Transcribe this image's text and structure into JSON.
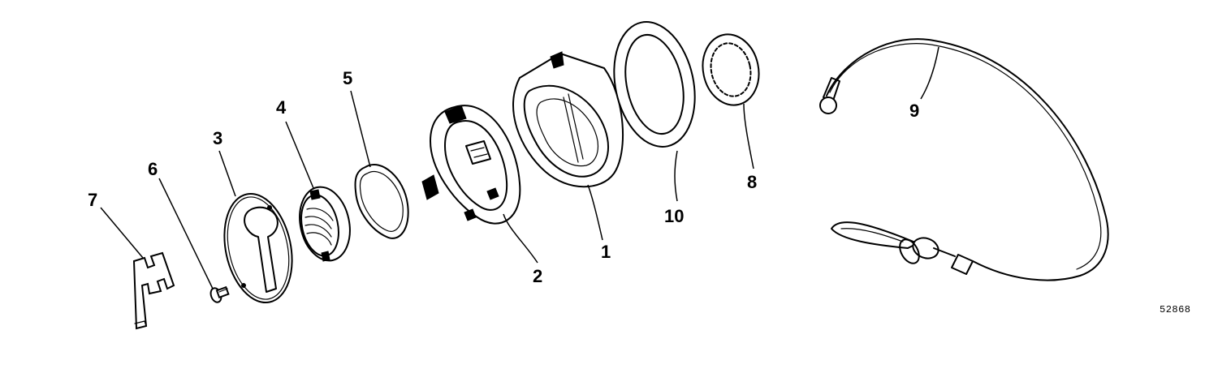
{
  "diagram": {
    "callouts": {
      "part_1": "1",
      "part_2": "2",
      "part_3": "3",
      "part_4": "4",
      "part_5": "5",
      "part_6": "6",
      "part_7": "7",
      "part_8": "8",
      "part_9": "9",
      "part_10": "10"
    },
    "figure_number": "52868"
  }
}
